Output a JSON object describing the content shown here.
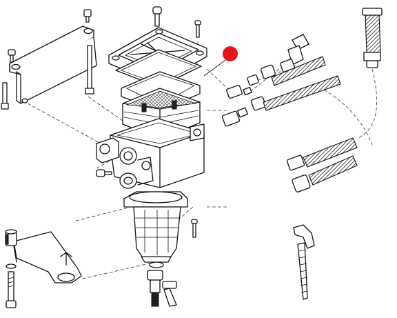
{
  "diagram": {
    "highlight_color": "#e8141b",
    "line_color": "#111111",
    "background": "#ffffff",
    "parts": [
      "mounting-bracket",
      "bracket-bolts",
      "filter-cover-lid",
      "cover-gasket",
      "filter-cartridge",
      "filter-housing-body",
      "water-separator-bowl",
      "drain-valve",
      "elbow-fitting",
      "banjo-fittings",
      "fuel-hoses",
      "hose-clamp-tie",
      "foot-bracket",
      "rubber-mount"
    ]
  }
}
